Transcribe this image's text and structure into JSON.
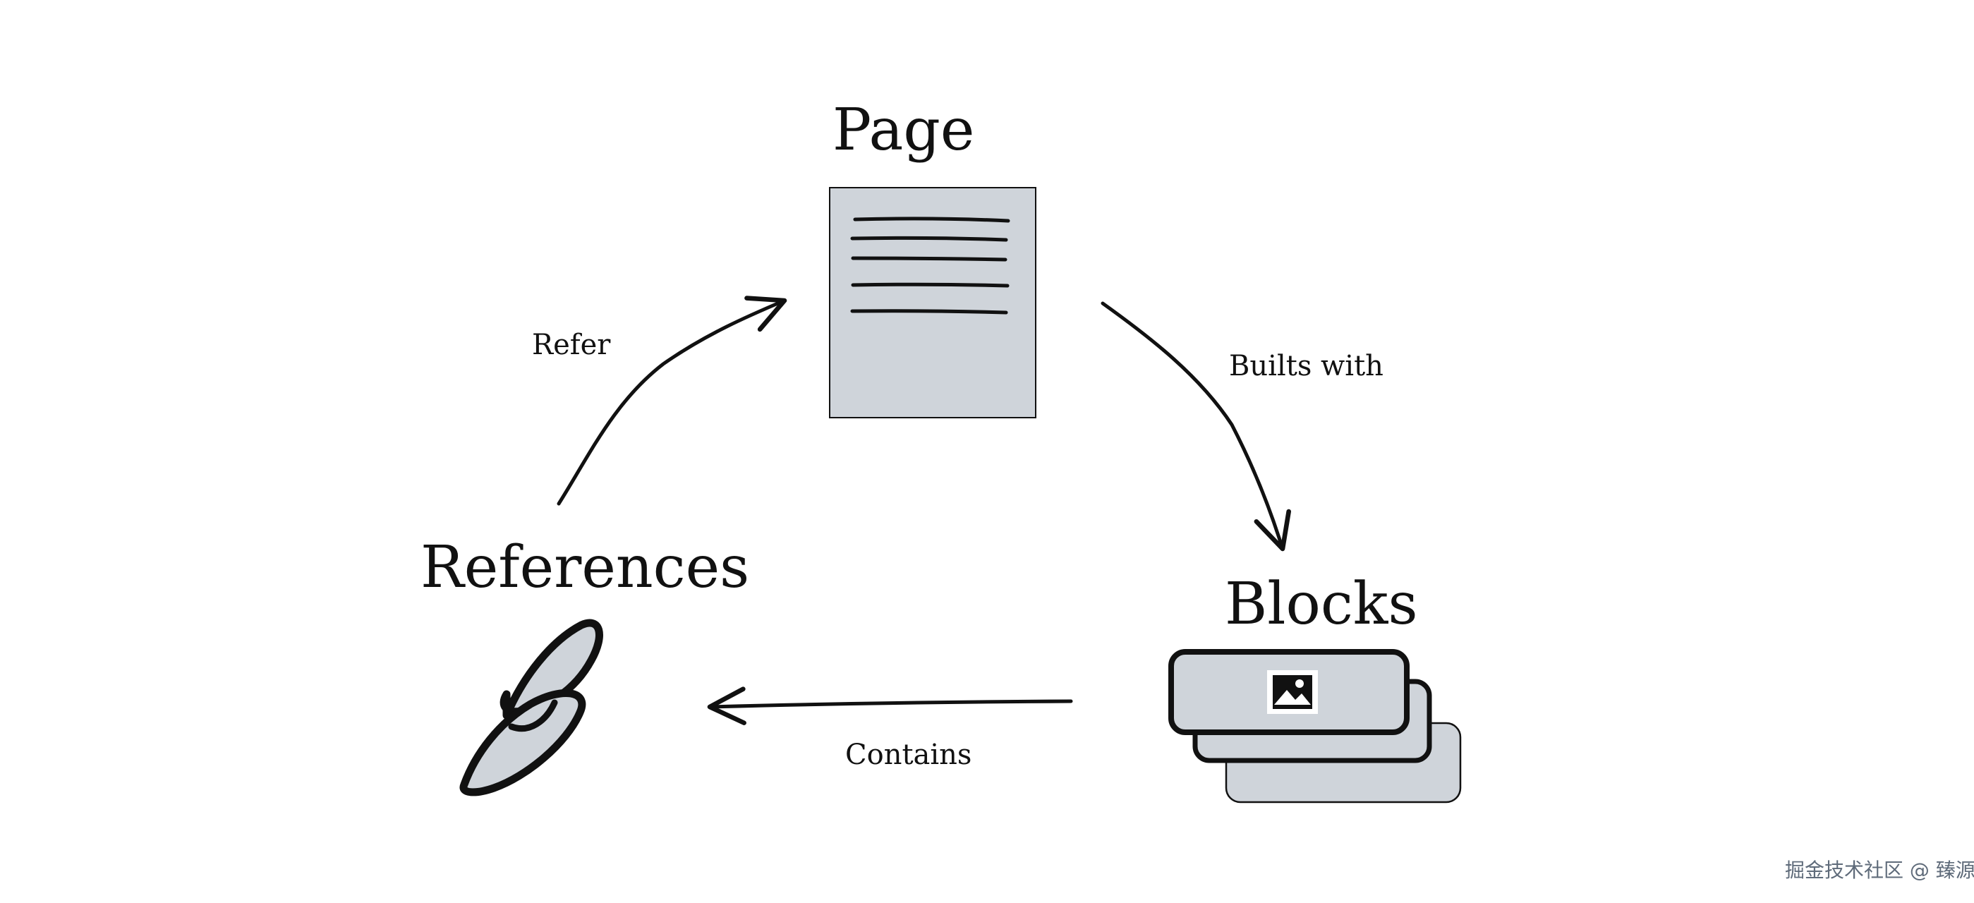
{
  "nodes": {
    "page": {
      "title": "Page",
      "icon": "document-icon"
    },
    "blocks": {
      "title": "Blocks",
      "icon": "stacked-cards-icon"
    },
    "references": {
      "title": "References",
      "icon": "chain-link-icon"
    }
  },
  "edges": {
    "refer": {
      "label": "Refer"
    },
    "builts_with": {
      "label": "Builts with"
    },
    "contains": {
      "label": "Contains"
    }
  },
  "watermark": "掘金技术社区 @ 臻源",
  "colors": {
    "shape_fill": "#cfd4da",
    "stroke": "#111111",
    "background": "#ffffff"
  }
}
